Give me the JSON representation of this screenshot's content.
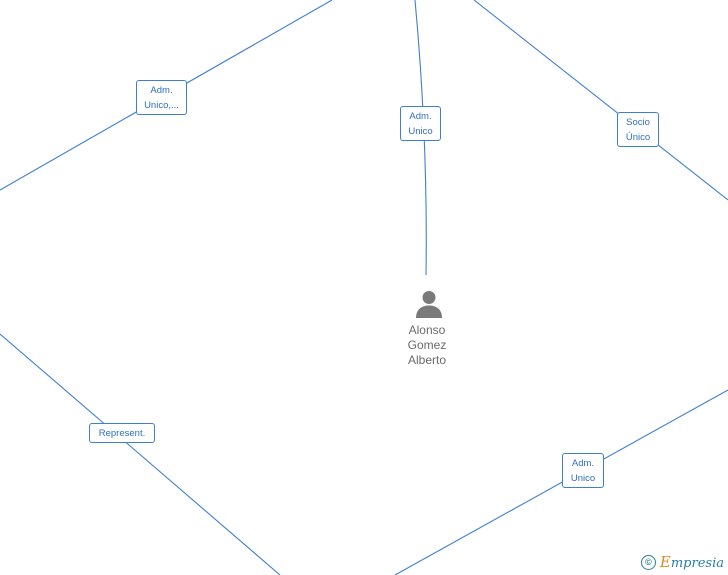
{
  "center_person": {
    "name_lines": [
      "Alonso",
      "Gomez",
      "Alberto"
    ],
    "icon": "person-icon"
  },
  "relations": [
    {
      "id": "adm-unico-top-left",
      "lines": [
        "Adm.",
        "Unico,..."
      ]
    },
    {
      "id": "adm-unico-top-center",
      "lines": [
        "Adm.",
        "Unico"
      ]
    },
    {
      "id": "socio-unico",
      "lines": [
        "Socio",
        "Único"
      ]
    },
    {
      "id": "represent",
      "lines": [
        "Represent."
      ]
    },
    {
      "id": "adm-unico-bottom-right",
      "lines": [
        "Adm.",
        "Unico"
      ]
    }
  ],
  "watermark": {
    "symbol": "©",
    "brand_first": "E",
    "brand_rest": "mpresia"
  },
  "colors": {
    "edge": "#3f7fd1",
    "label_text": "#2f6fc2",
    "person": "#7a7a7a",
    "brand": "#2a7fa0",
    "brand_accent": "#e08a1e"
  }
}
